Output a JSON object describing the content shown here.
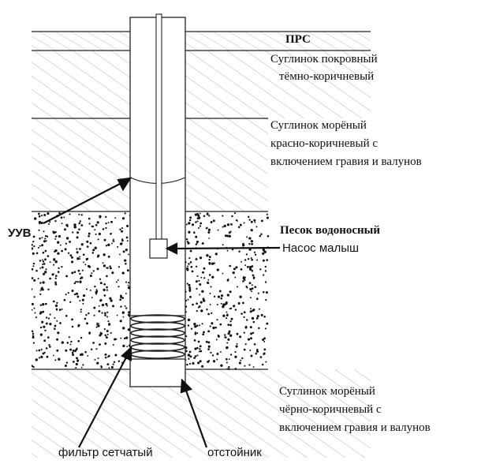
{
  "layers": [
    {
      "id": "prs",
      "title": "ПРС",
      "lines": []
    },
    {
      "id": "loam-cover",
      "title": "",
      "lines": [
        "Суглинок покровный",
        "тёмно-коричневый"
      ]
    },
    {
      "id": "loam-moraine-red",
      "title": "",
      "lines": [
        "Суглинок морёный",
        "красно-коричневый с",
        "включением гравия и валунов"
      ]
    },
    {
      "id": "sand",
      "title": "Песок водоносный",
      "lines": []
    },
    {
      "id": "loam-moraine-black",
      "title": "",
      "lines": [
        "Суглинок морёный",
        "чёрно-коричневый с",
        "включением гравия и валунов"
      ]
    }
  ],
  "callouts": {
    "water_level": "УУВ",
    "pump": "Насос малыш",
    "filter": "фильтр сетчатый",
    "sump": "отстойник"
  },
  "colors": {
    "ink": "#111111",
    "hatch": "#9a9a9a",
    "background": "#ffffff"
  }
}
